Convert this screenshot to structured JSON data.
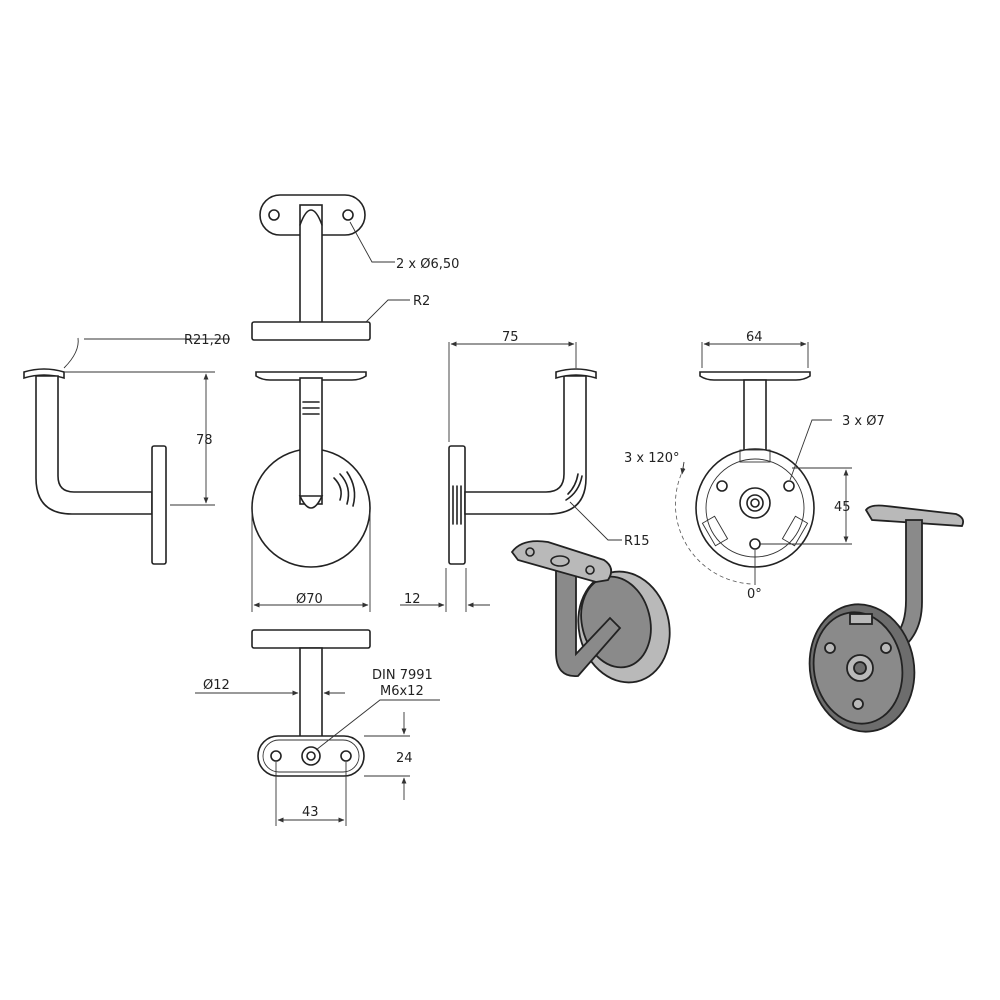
{
  "dimensions": {
    "holes_top": "2 x Ø6,50",
    "plate_radius": "R2",
    "bend_radius_top": "R21,20",
    "height": "78",
    "width_side": "75",
    "width_top": "64",
    "holes_base": "3 x Ø7",
    "angle": "3 x 120°",
    "zero_angle": "0°",
    "hole_spacing": "45",
    "bend_radius": "R15",
    "disc_diameter": "Ø70",
    "plate_thickness": "12",
    "rod_diameter": "Ø12",
    "screw_norm": "DIN 7991",
    "screw_size": "M6x12",
    "plate_height": "24",
    "plate_length": "43"
  },
  "colors": {
    "line": "#222222",
    "render_light": "#b9b9b9",
    "render_dark": "#6d6d6d"
  }
}
